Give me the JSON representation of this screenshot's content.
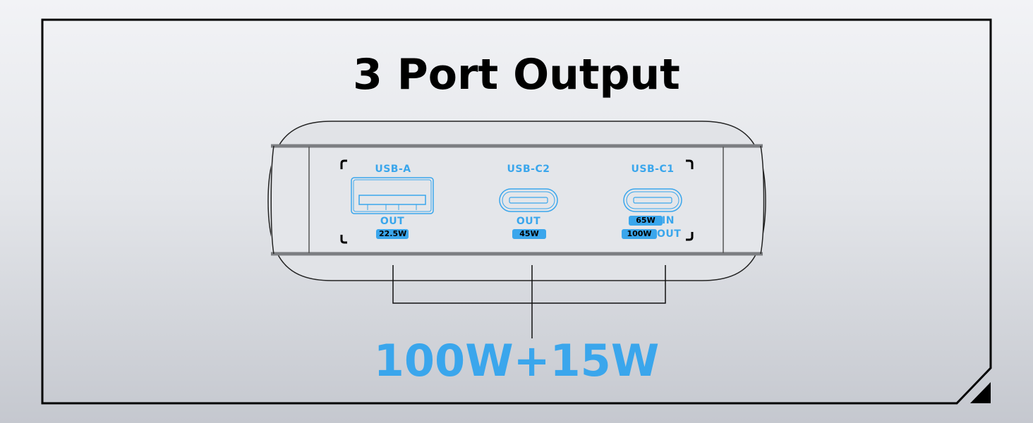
{
  "title": "3 Port Output",
  "total_output": "100W+15W",
  "colors": {
    "accent": "#3aa6ec",
    "frame": "#000000",
    "device_outline": "#222222"
  },
  "ports": [
    {
      "name": "USB-A",
      "icon": "usb-a-port-icon",
      "direction": "OUT",
      "power": "22.5W"
    },
    {
      "name": "USB-C2",
      "icon": "usb-c-port-icon",
      "direction": "OUT",
      "power": "45W"
    },
    {
      "name": "USB-C1",
      "icon": "usb-c-port-icon",
      "modes": [
        {
          "power": "65W",
          "direction": "IN"
        },
        {
          "power": "100W",
          "direction": "OUT"
        }
      ]
    }
  ]
}
